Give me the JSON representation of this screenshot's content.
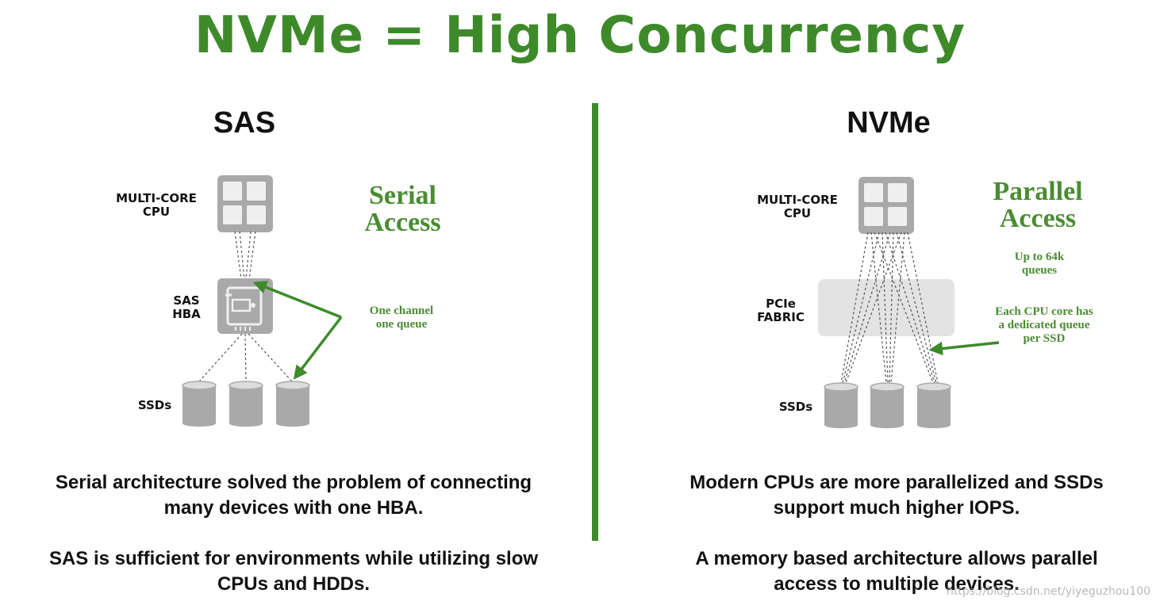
{
  "title": "NVMe = High Concurrency",
  "sas": {
    "heading": "SAS",
    "cpu_label": [
      "MULTI-CORE",
      "CPU"
    ],
    "hba_label": [
      "SAS",
      "HBA"
    ],
    "ssds_label": "SSDs",
    "access_label": [
      "Serial",
      "Access"
    ],
    "note": [
      "One channel",
      "one queue"
    ],
    "paragraph1": [
      "Serial architecture solved the problem of connecting",
      "many devices with one HBA."
    ],
    "paragraph2": [
      "SAS is sufficient for environments while utilizing slow",
      "CPUs and HDDs."
    ]
  },
  "nvme": {
    "heading": "NVMe",
    "cpu_label": [
      "MULTI-CORE",
      "CPU"
    ],
    "fabric_label": [
      "PCIe",
      "FABRIC"
    ],
    "ssds_label": "SSDs",
    "access_label": [
      "Parallel",
      "Access"
    ],
    "note_queues": [
      "Up to 64k",
      "queues"
    ],
    "note_dedicated": [
      "Each CPU core has",
      "a dedicated queue",
      "per SSD"
    ],
    "paragraph1": [
      "Modern CPUs are more parallelized and SSDs",
      "support much higher IOPS."
    ],
    "paragraph2": [
      "A memory based architecture allows parallel",
      "access to multiple devices."
    ]
  },
  "watermark": "https://blog.csdn.net/yiyeguzhou100",
  "colors": {
    "accent_green": "#3e8a2b",
    "text_green": "#4a8c33",
    "component_gray": "#a9a9a9",
    "fabric_gray": "#e3e3e3"
  }
}
